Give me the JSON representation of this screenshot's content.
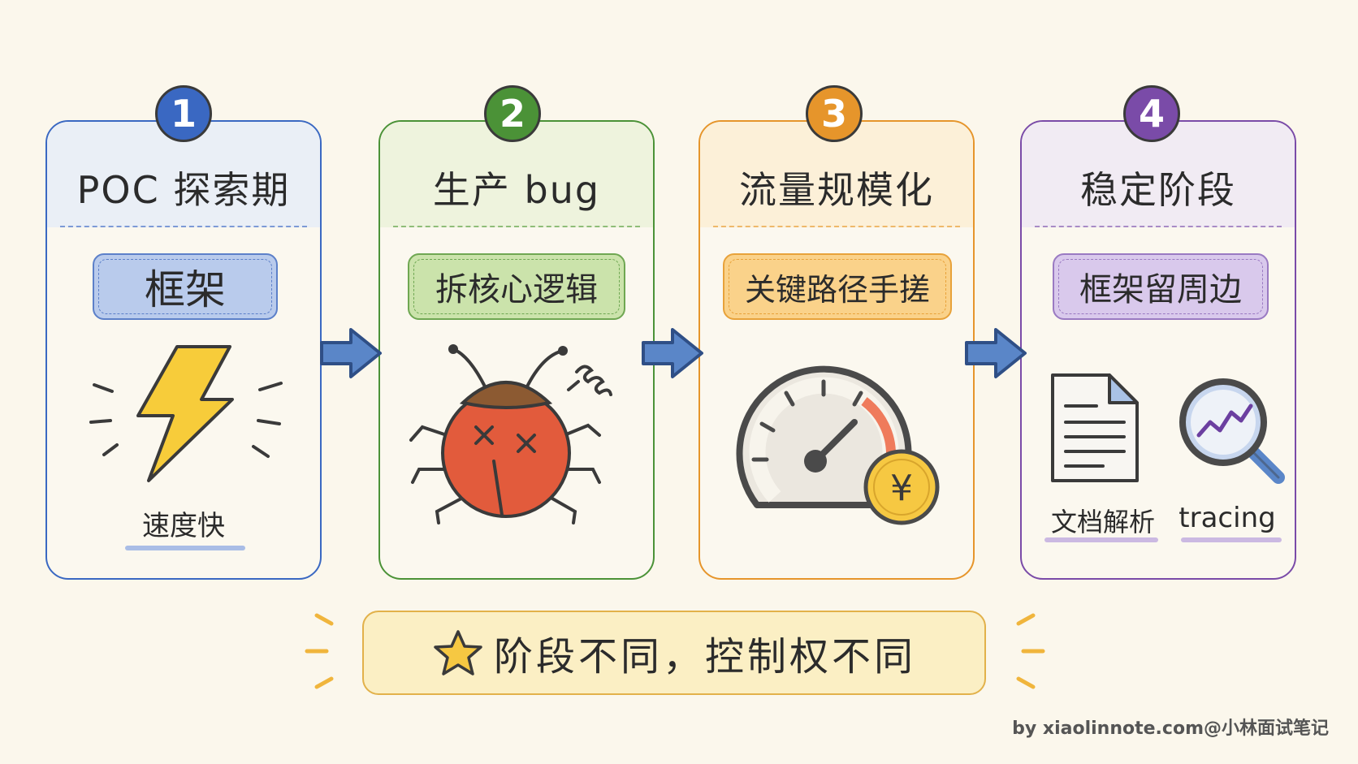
{
  "stages": [
    {
      "number": "1",
      "title": "POC 探索期",
      "tag": "框架",
      "captions": [
        "速度快"
      ],
      "accent": "#3a68c2",
      "header_bg": "#eaeff6",
      "tag_bg": "#b9cbec",
      "icon": "lightning-icon"
    },
    {
      "number": "2",
      "title": "生产 bug",
      "tag": "拆核心逻辑",
      "captions": [],
      "accent": "#4b9237",
      "header_bg": "#eef3dd",
      "tag_bg": "#cbe3ab",
      "icon": "bug-icon"
    },
    {
      "number": "3",
      "title": "流量规模化",
      "tag": "关键路径手搓",
      "captions": [],
      "accent": "#e6952b",
      "header_bg": "#fcf0d8",
      "tag_bg": "#fad28a",
      "icon": "speedometer-yen-icon"
    },
    {
      "number": "4",
      "title": "稳定阶段",
      "tag": "框架留周边",
      "captions": [
        "文档解析",
        "tracing"
      ],
      "accent": "#7a4ba8",
      "header_bg": "#f1ebf3",
      "tag_bg": "#d9c9ec",
      "icon": "document-icon, magnifier-chart-icon"
    }
  ],
  "summary": {
    "text": "阶段不同，控制权不同",
    "icon": "star-icon"
  },
  "footer": "by xiaolinnote.com@小林面试笔记"
}
